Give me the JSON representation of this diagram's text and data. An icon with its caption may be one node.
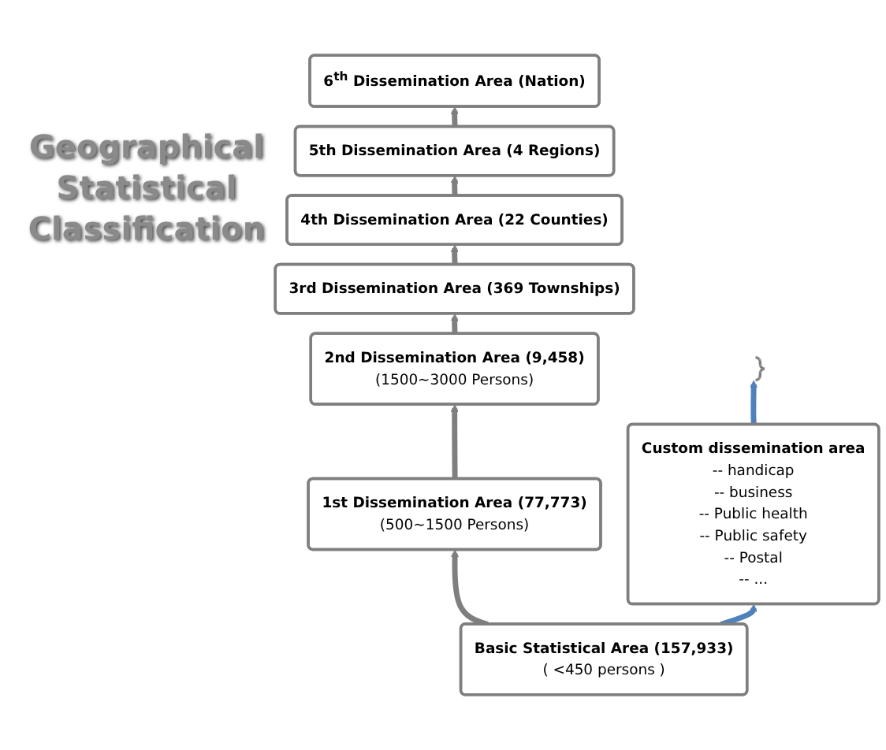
{
  "diagram": {
    "title": "Geographical Statistical Classification",
    "nodes": [
      {
        "text": [
          "6$^{th}$ Dissemination Area (Nation)"
        ]
      },
      {
        "text": [
          "5th  Dissemination Area (4 Regions)"
        ]
      },
      {
        "text": [
          "4th  Dissemination Area (22 Counties)"
        ]
      },
      {
        "text": [
          "3rd  Dissemination Area (369 Townships)"
        ]
      },
      {
        "text": [
          "2nd  Dissemination Area (9,458)",
          "(1500~3000 Persons)"
        ]
      },
      {
        "text": [
          "1st  Dissemination Area (77,773)",
          "(500~1500 Persons)"
        ]
      },
      {
        "text": [
          "Basic Statistical Area  (157,933)",
          "( <450 persons )"
        ]
      },
      {
        "text": [
          "Custom dissemination area",
          "-- handicap",
          "-- business",
          "-- Public health",
          "-- Public safety",
          "-- Postal",
          "-- ..."
        ]
      },
      {
        "text": [],
        "shape": "bracket"
      }
    ],
    "edges": [
      {
        "from": 6,
        "to": 5,
        "arrow": "to"
      },
      {
        "from": 5,
        "to": 4,
        "arrow": "to"
      },
      {
        "from": 4,
        "to": 3,
        "arrow": "to"
      },
      {
        "from": 3,
        "to": 2,
        "arrow": "to"
      },
      {
        "from": 2,
        "to": 1,
        "arrow": "to"
      },
      {
        "from": 1,
        "to": 0,
        "arrow": "to"
      },
      {
        "from": 6,
        "to": 7,
        "arrow": "to",
        "color": "#4f81bd"
      },
      {
        "from": 7,
        "to": 8,
        "arrow": "to",
        "color": "#4f81bd"
      }
    ]
  }
}
